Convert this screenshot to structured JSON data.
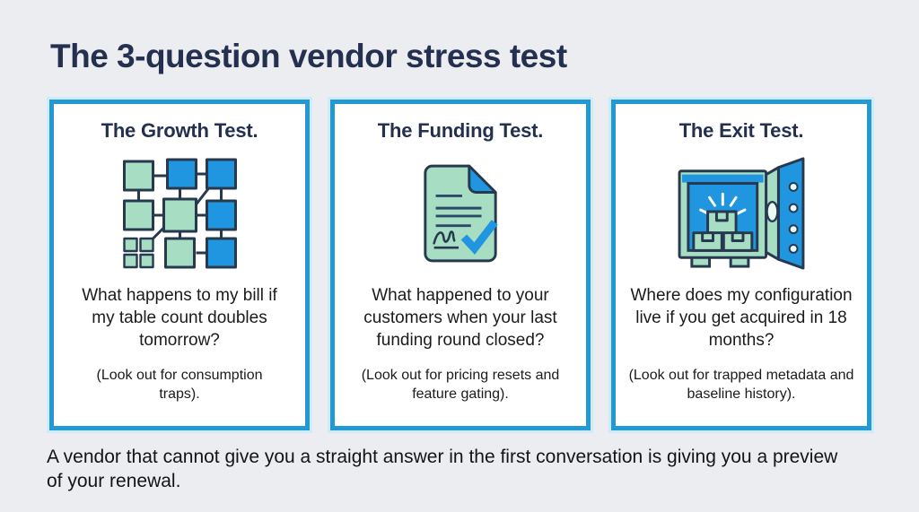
{
  "page": {
    "title": "The 3-question vendor stress test",
    "background_color": "#ecedf0",
    "card_border_color": "#2399d4",
    "heading_color": "#24304f",
    "icon_colors": {
      "blue": "#2196e0",
      "green": "#a7ddc3",
      "outline": "#26394e"
    }
  },
  "cards": [
    {
      "heading": "The Growth Test.",
      "icon": "growth-grid-icon",
      "question": "What happens to my bill if my table count doubles tomorrow?",
      "caution": "(Look out for consumption traps)."
    },
    {
      "heading": "The Funding Test.",
      "icon": "signed-document-icon",
      "question": "What happened to your customers when your last funding round closed?",
      "caution": "(Look out for pricing resets and feature gating)."
    },
    {
      "heading": "The Exit Test.",
      "icon": "open-vault-icon",
      "question": "Where does my configuration live if you get acquired in 18 months?",
      "caution": "(Look out for trapped metadata and baseline history)."
    }
  ],
  "footer": {
    "line1": "A vendor that cannot give you a straight answer in the first conversation is giving you a preview",
    "line2": "of your renewal."
  }
}
